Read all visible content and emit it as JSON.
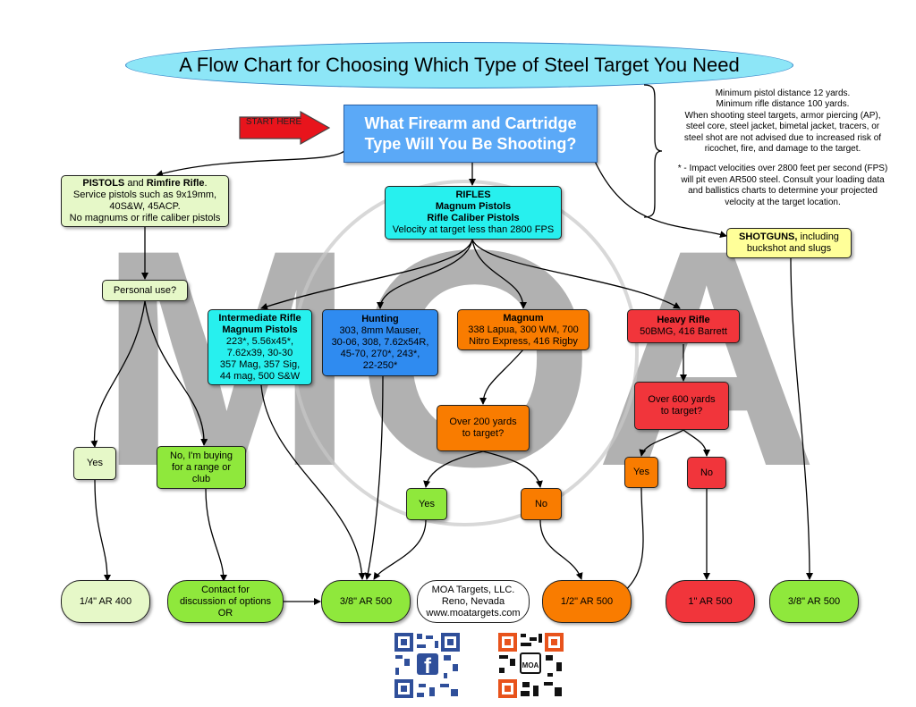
{
  "title": "A Flow Chart for Choosing Which Type of Steel Target You Need",
  "start": {
    "label": "START HERE"
  },
  "question": {
    "line1": "What Firearm and Cartridge",
    "line2": "Type Will You Be Shooting?"
  },
  "notes": {
    "lines": [
      "Minimum pistol distance 12 yards.",
      "Minimum rifle distance 100 yards.",
      "When shooting steel targets, armor piercing (AP),",
      "steel core, steel jacket, bimetal jacket, tracers, or",
      "steel shot are not advised due to increased risk of",
      "ricochet, fire, and damage to the target.",
      "",
      "* - Impact velocities over 2800 feet per second (FPS)",
      "will pit even AR500 steel. Consult your loading data",
      "and ballistics charts to determine your projected",
      "velocity at the target location."
    ]
  },
  "watermark": {
    "text": "MOA"
  },
  "pistols": {
    "bold1": "PISTOLS",
    "mid": " and ",
    "bold2": "Rimfire Rifle",
    "end": ".",
    "line2": "Service pistols such as 9x19mm,",
    "line3": "40S&W, 45ACP.",
    "line4": "No magnums or rifle caliber pistols"
  },
  "rifles": {
    "line1": "RIFLES",
    "line2": "Magnum Pistols",
    "line3": "Rifle Caliber Pistols",
    "line4": "Velocity at target less than 2800 FPS"
  },
  "shotguns": {
    "bold": "SHOTGUNS,",
    "rest1": " including",
    "rest2": "buckshot and slugs"
  },
  "personal_use": {
    "label": "Personal use?"
  },
  "intermediate": {
    "line1": "Intermediate Rifle",
    "line2": "Magnum Pistols",
    "line3": "223*, 5.56x45*,",
    "line4": "7.62x39, 30-30",
    "line5": "357 Mag, 357 Sig,",
    "line6": "44 mag, 500 S&W"
  },
  "hunting": {
    "line1": "Hunting",
    "line2": "303, 8mm Mauser,",
    "line3": "30-06, 308, 7.62x54R,",
    "line4": "45-70, 270*, 243*,",
    "line5": "22-250*"
  },
  "magnum": {
    "line1": "Magnum",
    "line2": "338 Lapua, 300 WM, 700",
    "line3": "Nitro Express, 416 Rigby"
  },
  "heavy": {
    "line1": "Heavy Rifle",
    "line2": "50BMG, 416 Barrett"
  },
  "over200": {
    "line1": "Over 200 yards",
    "line2": "to target?"
  },
  "over600": {
    "line1": "Over 600 yards",
    "line2": "to target?"
  },
  "yes_personal": "Yes",
  "no_range": {
    "line1": "No, I'm buying",
    "line2": "for a range or",
    "line3": "club"
  },
  "yes_200": "Yes",
  "no_200": "No",
  "yes_600": "Yes",
  "no_600": "No",
  "results": {
    "r1": "1/4\" AR 400",
    "contact": {
      "line1": "Contact for",
      "line2": "discussion of options",
      "line3": "OR"
    },
    "r3": "3/8\" AR 500",
    "moa": {
      "line1": "MOA Targets, LLC.",
      "line2": "Reno, Nevada",
      "line3": "www.moatargets.com"
    },
    "r5": "1/2\" AR 500",
    "r6": "1\" AR 500",
    "r7": "3/8\" AR 500"
  },
  "qr_codes": [
    {
      "name": "facebook-qr-code",
      "color": "#2f4f9a"
    },
    {
      "name": "moa-website-qr-code",
      "color": "#e8531c"
    }
  ]
}
